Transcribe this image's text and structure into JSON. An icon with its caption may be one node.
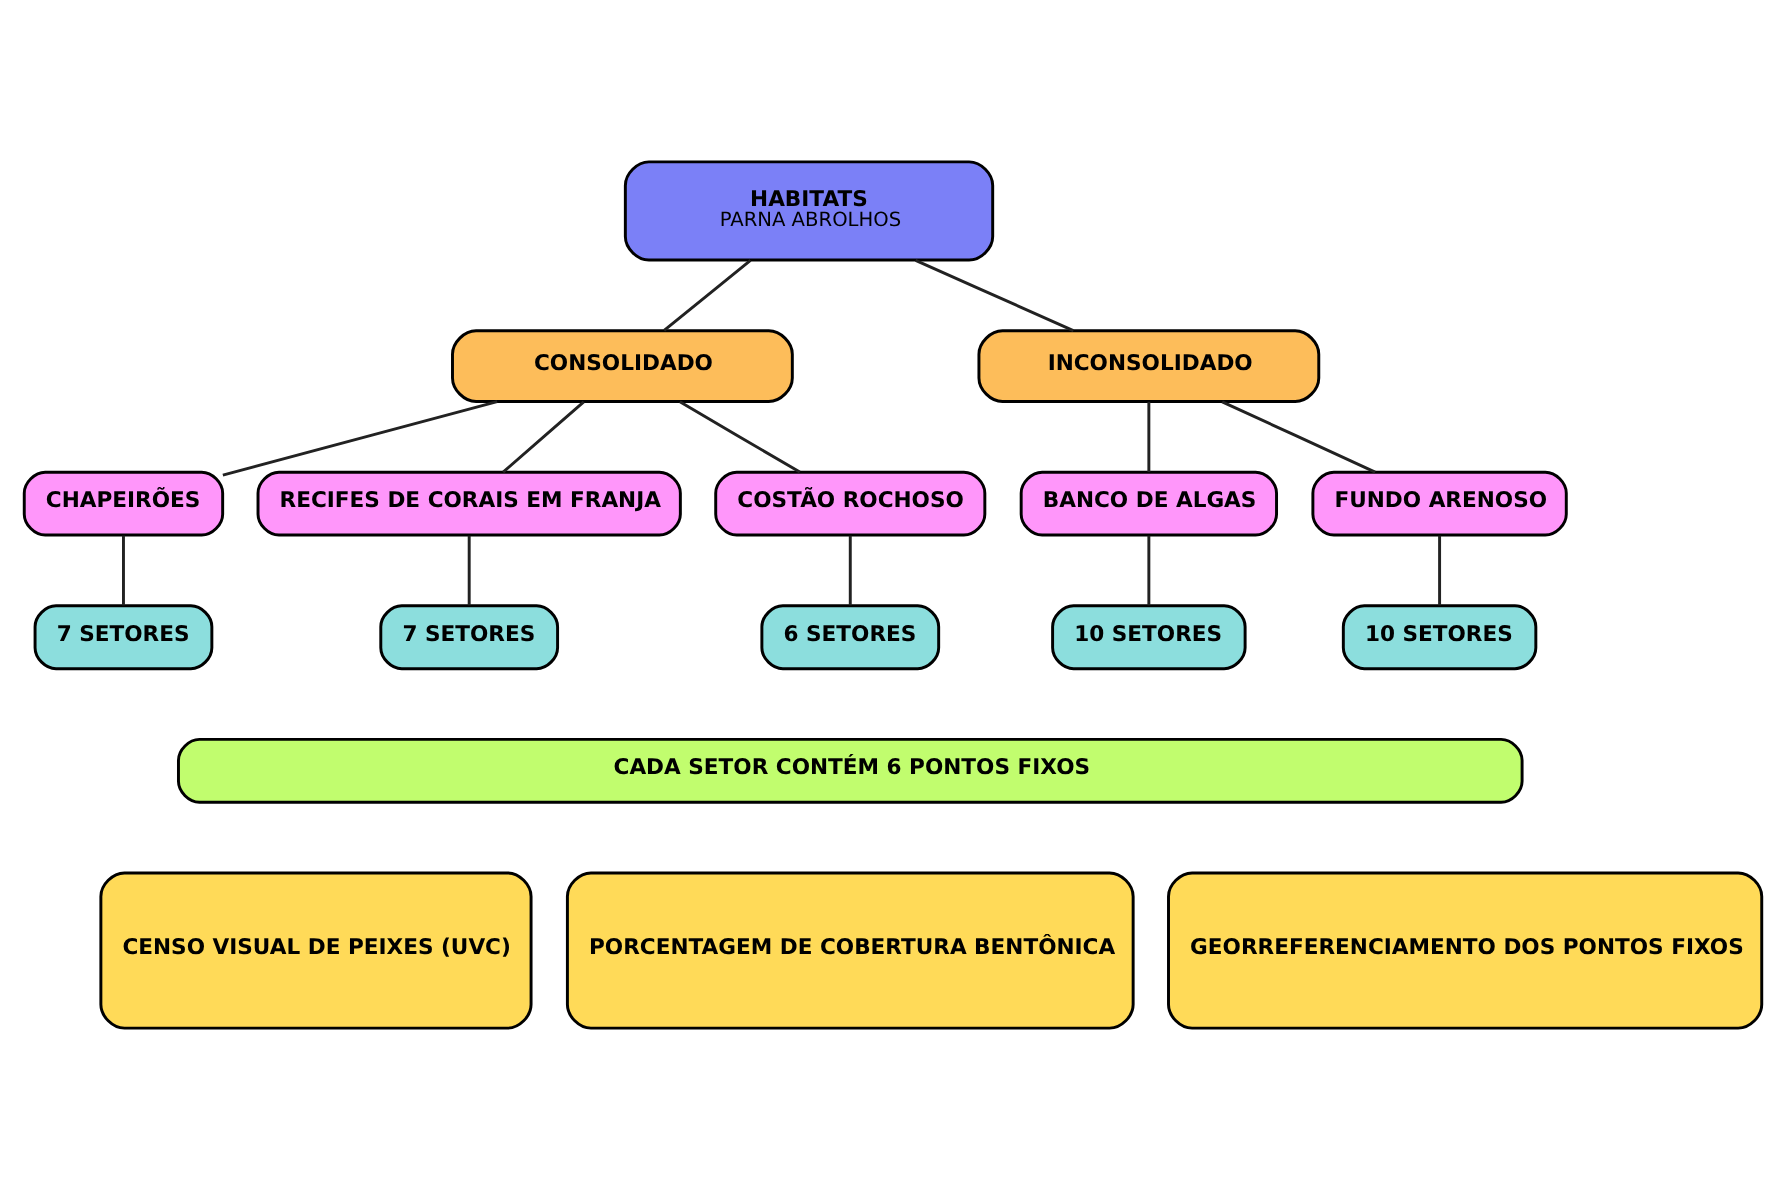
{
  "diagram": {
    "nodes": [
      {
        "text": [
          "HABITATS",
          "PARNA ABROLHOS"
        ]
      },
      {
        "text": [
          "CONSOLIDADO"
        ]
      },
      {
        "text": [
          "INCONSOLIDADO"
        ]
      },
      {
        "text": [
          "CHAPEIRÕES"
        ]
      },
      {
        "text": [
          "RECIFES DE CORAIS EM FRANJA"
        ]
      },
      {
        "text": [
          "COSTÃO ROCHOSO"
        ]
      },
      {
        "text": [
          "BANCO DE ALGAS"
        ]
      },
      {
        "text": [
          "FUNDO ARENOSO"
        ]
      },
      {
        "text": [
          "7 SETORES"
        ]
      },
      {
        "text": [
          "7 SETORES"
        ]
      },
      {
        "text": [
          "6 SETORES"
        ]
      },
      {
        "text": [
          "10 SETORES"
        ]
      },
      {
        "text": [
          "10 SETORES"
        ]
      },
      {
        "text": [
          "CADA SETOR CONTÉM 6 PONTOS FIXOS"
        ]
      },
      {
        "text": [
          "CENSO VISUAL DE PEIXES (UVC)"
        ]
      },
      {
        "text": [
          "PORCENTAGEM DE COBERTURA BENTÔNICA"
        ]
      },
      {
        "text": [
          "GEORREFERENCIAMENTO DOS PONTOS FIXOS"
        ]
      }
    ],
    "edges": [
      {
        "from": 0,
        "to": 1,
        "arrow": "none"
      },
      {
        "from": 0,
        "to": 2,
        "arrow": "none"
      },
      {
        "from": 1,
        "to": 3,
        "arrow": "none"
      },
      {
        "from": 1,
        "to": 4,
        "arrow": "none"
      },
      {
        "from": 1,
        "to": 5,
        "arrow": "none"
      },
      {
        "from": 2,
        "to": 6,
        "arrow": "none"
      },
      {
        "from": 2,
        "to": 7,
        "arrow": "none"
      },
      {
        "from": 3,
        "to": 8,
        "arrow": "none"
      },
      {
        "from": 4,
        "to": 9,
        "arrow": "none"
      },
      {
        "from": 5,
        "to": 10,
        "arrow": "none"
      },
      {
        "from": 6,
        "to": 11,
        "arrow": "none"
      },
      {
        "from": 7,
        "to": 12,
        "arrow": "none"
      }
    ]
  }
}
